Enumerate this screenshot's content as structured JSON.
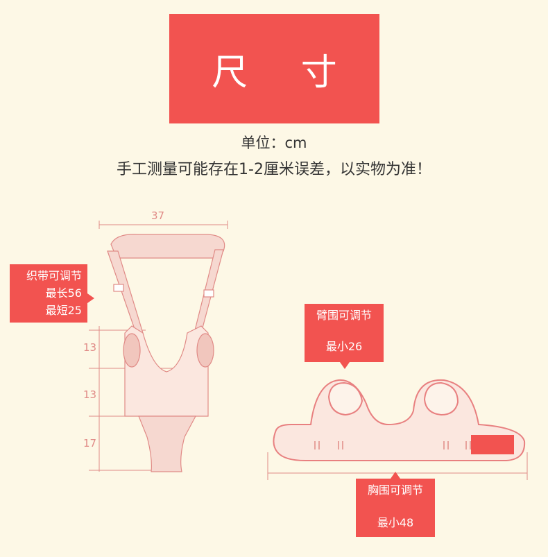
{
  "title": "尺 寸",
  "unit_line": "单位：cm",
  "note_line": "手工测量可能存在1-2厘米误差，以实物为准！",
  "dimensions": {
    "width": "37",
    "seg1": "13",
    "seg2": "13",
    "seg3": "17"
  },
  "strap_tag": {
    "line1": "织带可调节",
    "line2": "最长56",
    "line3": "最短25"
  },
  "arm_tag": {
    "line1": "臂围可调节",
    "line2": "最小26"
  },
  "chest_tag": {
    "line1": "胸围可调节",
    "line2": "最小48"
  },
  "colors": {
    "background": "#fdf8e6",
    "accent": "#f25350",
    "line": "#e08a86"
  }
}
